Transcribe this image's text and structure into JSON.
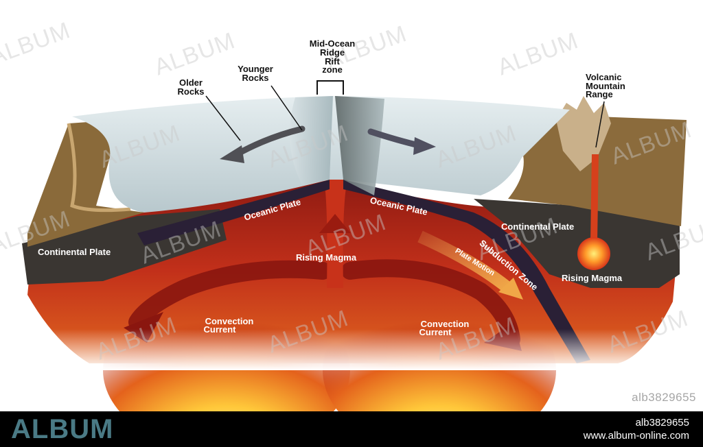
{
  "diagram": {
    "labels": {
      "mid_ocean_ridge_1": "Mid-Ocean",
      "mid_ocean_ridge_2": "Ridge",
      "mid_ocean_ridge_3": "Rift",
      "mid_ocean_ridge_4": "zone",
      "younger_rocks_1": "Younger",
      "younger_rocks_2": "Rocks",
      "older_rocks_1": "Older",
      "older_rocks_2": "Rocks",
      "volcanic_1": "Volcanic",
      "volcanic_2": "Mountain",
      "volcanic_3": "Range",
      "continental_plate_left": "Continental Plate",
      "oceanic_plate_left": "Oceanic Plate",
      "oceanic_plate_right": "Oceanic Plate",
      "continental_plate_right": "Continental Plate",
      "subduction_zone": "Subduction Zone",
      "plate_motion": "Plate Motion",
      "rising_magma_center": "Rising Magma",
      "rising_magma_right": "Rising Magma",
      "convection_left_1": "Convection",
      "convection_left_2": "Current",
      "convection_right_1": "Convection",
      "convection_right_2": "Current"
    }
  },
  "watermark": {
    "text": "ALBUM"
  },
  "image_id": "alb3829655",
  "footer": {
    "logo": "ALBUM",
    "id": "alb3829655",
    "url": "www.album-online.com"
  },
  "colors": {
    "ocean_water": "#c9d6da",
    "mantle": "#b3200f",
    "magma_glow": "#ffd24a",
    "oceanic_plate": "#2a2036",
    "continental_plate": "#3a3632",
    "land": "#8a6a3a",
    "footer_bg": "#000000",
    "footer_logo": "#4a7a85"
  }
}
